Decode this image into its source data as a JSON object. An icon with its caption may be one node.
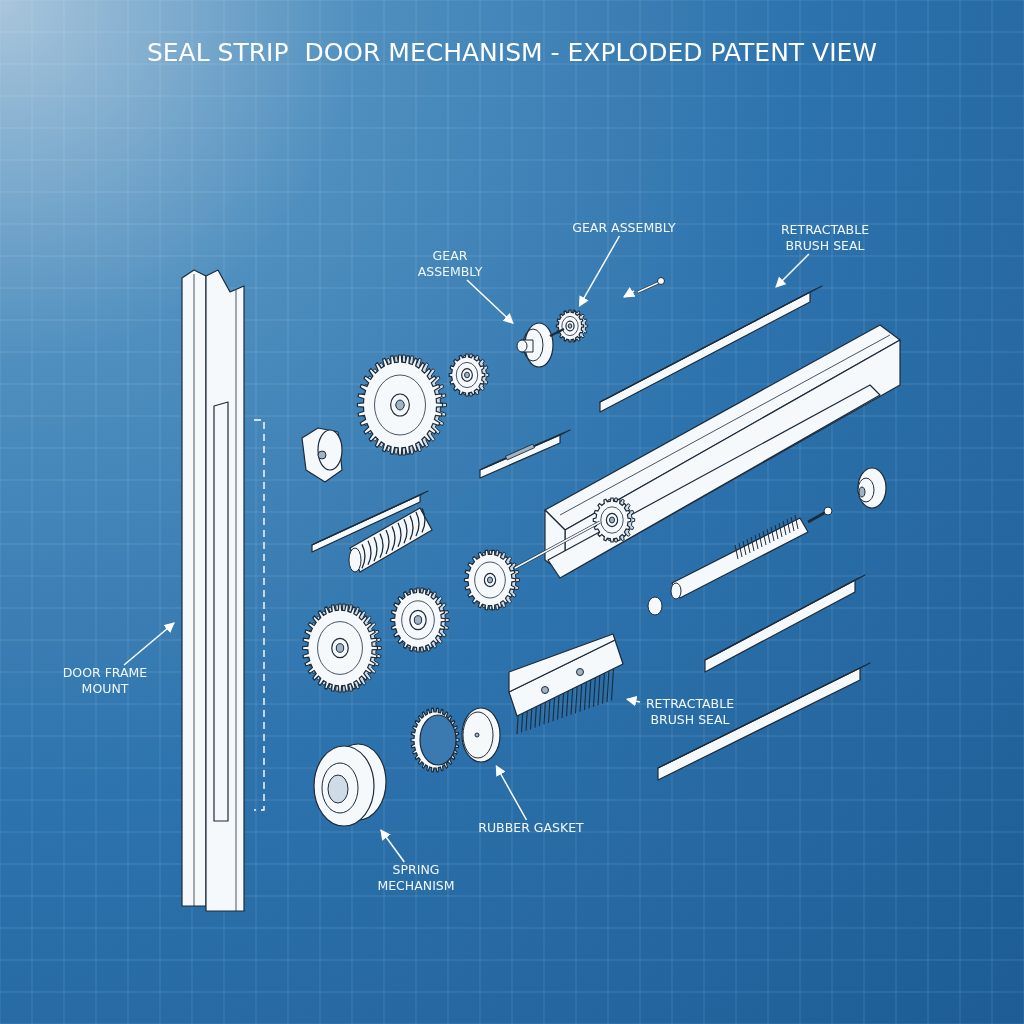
{
  "diagram": {
    "title": "SEAL STRIP  DOOR MECHANISM - EXPLODED PATENT VIEW",
    "nodes": [
      {
        "text": [
          "GEAR ASSEMBLY"
        ]
      },
      {
        "text": [],
        "shape": "picture"
      },
      {
        "text": [
          "GEAR ASSEMBLY"
        ]
      },
      {
        "text": [],
        "shape": "picture"
      },
      {
        "text": [
          "RETRACTABLE BRUSH SEAL"
        ]
      },
      {
        "text": [],
        "shape": "picture"
      },
      {
        "text": [
          "DOOR FRAME MOUNT"
        ]
      },
      {
        "text": [],
        "shape": "picture"
      },
      {
        "text": [
          "RETRACTABLE BRUSH SEAL"
        ]
      },
      {
        "text": [],
        "shape": "picture"
      },
      {
        "text": [
          "RUBBER GASKET"
        ]
      },
      {
        "text": [],
        "shape": "picture"
      },
      {
        "text": [
          "SPRING MECHANISM"
        ]
      },
      {
        "text": [],
        "shape": "picture"
      }
    ],
    "edges": [
      {
        "from": 0,
        "to": 1,
        "arrow": "to"
      },
      {
        "from": 2,
        "to": 3,
        "arrow": "to"
      },
      {
        "from": 4,
        "to": 5,
        "arrow": "to"
      },
      {
        "from": 6,
        "to": 7,
        "arrow": "to"
      },
      {
        "from": 8,
        "to": 9,
        "arrow": "to"
      },
      {
        "from": 10,
        "to": 11,
        "arrow": "to"
      },
      {
        "from": 12,
        "to": 13,
        "arrow": "to"
      }
    ]
  }
}
